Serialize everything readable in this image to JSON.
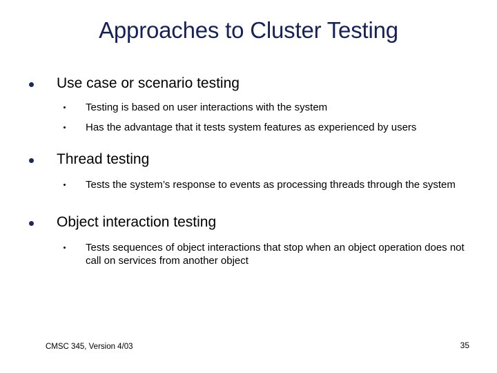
{
  "slide": {
    "title": "Approaches to Cluster Testing",
    "title_color": "#16225a",
    "background_color": "#ffffff",
    "bullet_level1_color": "#1b2a5e",
    "bullet_level2_color": "#000000",
    "text_color": "#000000",
    "groups": [
      {
        "heading": "Use case or scenario testing",
        "points": [
          "Testing is based on user interactions with the system",
          "Has the advantage that it tests system features as experienced by users"
        ]
      },
      {
        "heading": "Thread testing",
        "points": [
          "Tests the system’s response to events as processing threads through the system"
        ]
      },
      {
        "heading": "Object interaction testing",
        "points": [
          "Tests sequences of object interactions that stop when an object operation does not call on services from another object"
        ]
      }
    ]
  },
  "footer": {
    "course": "CMSC 345, Version 4/03",
    "page_number": "35"
  }
}
